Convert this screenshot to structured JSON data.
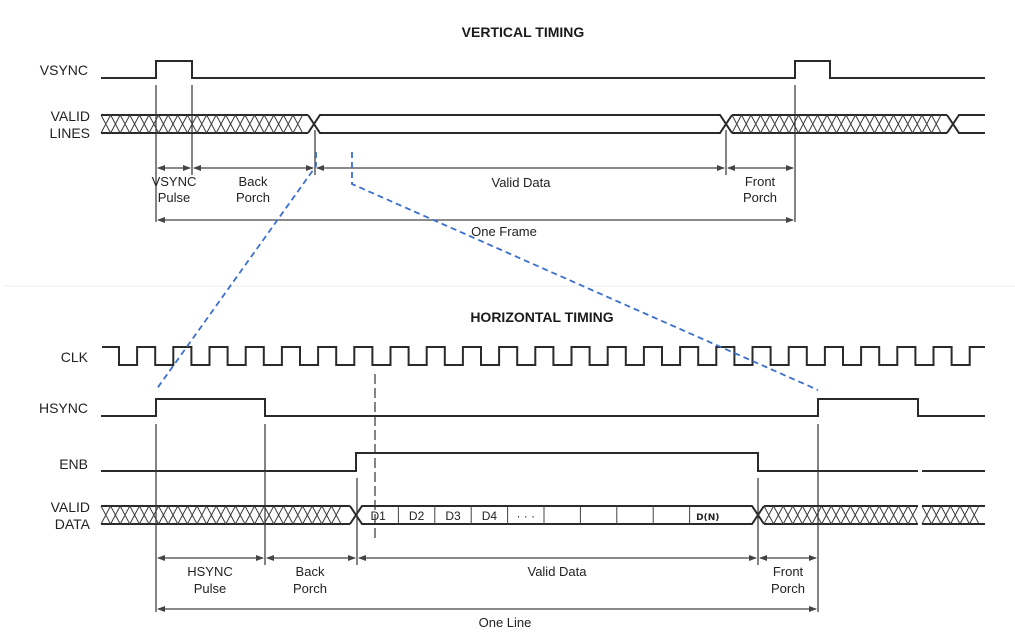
{
  "vertical": {
    "title": "VERTICAL TIMING",
    "signals": {
      "vsync": "VSYNC",
      "valid_lines_1": "VALID",
      "valid_lines_2": "LINES"
    },
    "segments": [
      {
        "line1": "VSYNC",
        "line2": "Pulse"
      },
      {
        "line1": "Back",
        "line2": "Porch"
      },
      {
        "line1": "Valid Data",
        "line2": ""
      },
      {
        "line1": "Front",
        "line2": "Porch"
      }
    ],
    "span_label": "One Frame"
  },
  "horizontal": {
    "title": "HORIZONTAL TIMING",
    "signals": {
      "clk": "CLK",
      "hsync": "HSYNC",
      "enb": "ENB",
      "valid_data_1": "VALID",
      "valid_data_2": "DATA"
    },
    "data_cells": [
      "D1",
      "D2",
      "D3",
      "D4",
      "· · ·",
      "",
      "",
      "",
      "",
      "D(N)"
    ],
    "segments": [
      {
        "line1": "HSYNC",
        "line2": "Pulse"
      },
      {
        "line1": "Back",
        "line2": "Porch"
      },
      {
        "line1": "Valid Data",
        "line2": ""
      },
      {
        "line1": "Front",
        "line2": "Porch"
      }
    ],
    "span_label": "One Line"
  },
  "colors": {
    "waveform": "#2a2a2a",
    "zoom_guide": "#3a6fd0"
  }
}
